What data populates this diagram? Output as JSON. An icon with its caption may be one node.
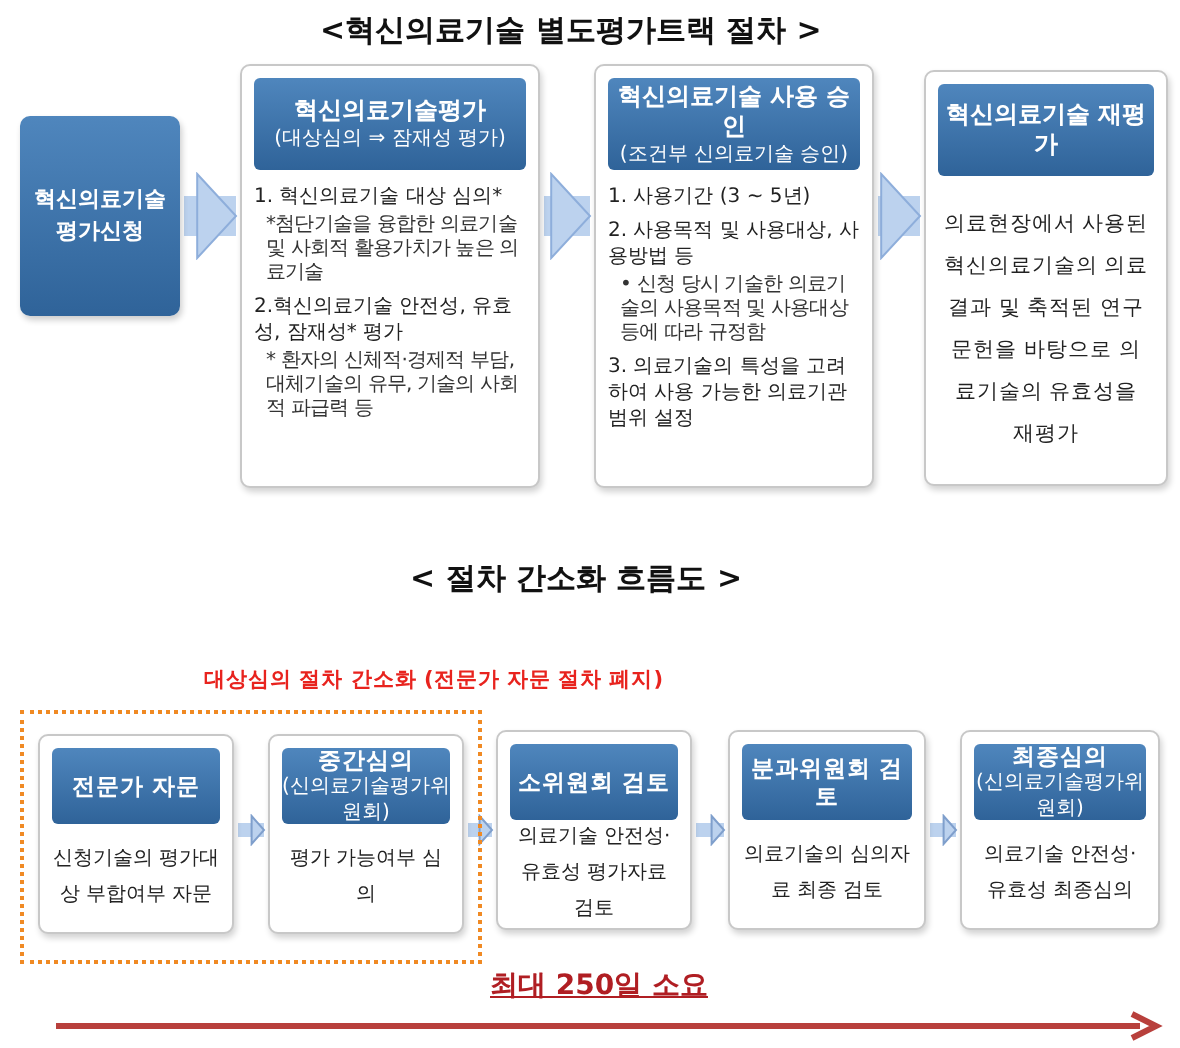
{
  "diagram": {
    "title": "<혁신의료기술 별도평가트랙 절차 >",
    "nodes": [
      {
        "text": [
          "혁신의료기술 평가신청"
        ]
      },
      {
        "text": [
          "혁신의료기술평가",
          "(대상심의 ⇒ 잠재성 평가)",
          "1. 혁신의료기술 대상 심의*",
          "*첨단기술을 융합한 의료기술 및 사회적 활용가치가 높은 의료기술",
          "2.혁신의료기술 안전성, 유효성, 잠재성* 평가",
          "* 환자의 신체적·경제적 부담, 대체기술의 유무, 기술의 사회적 파급력 등"
        ]
      },
      {
        "text": [
          "혁신의료기술 사용 승인",
          "(조건부 신의료기술 승인)",
          "1. 사용기간 (3 ~ 5년)",
          "2. 사용목적 및 사용대상, 사용방법 등",
          "• 신청 당시 기술한 의료기술의 사용목적 및 사용대상 등에 따라 규정함",
          "3. 의료기술의 특성을 고려하여 사용 가능한 의료기관 범위 설정"
        ]
      },
      {
        "text": [
          "혁신의료기술 재평가",
          "의료현장에서 사용된 혁신의료기술의 의료결과 및 축적된 연구문헌을 바탕으로 의료기술의 유효성을 재평가"
        ]
      },
      {
        "text": [
          "대상심의 절차 간소화 (전문가 자문 절차 폐지)"
        ]
      },
      {
        "text": [
          "전문가 자문",
          "신청기술의 평가대상 부합여부 자문"
        ],
        "in": 4
      },
      {
        "text": [
          "중간심의",
          "(신의료기술평가위원회)",
          "평가 가능여부 심의"
        ],
        "in": 4
      },
      {
        "text": [
          "소위원회 검토",
          "의료기술 안전성·유효성 평가자료 검토"
        ]
      },
      {
        "text": [
          "분과위원회 검토",
          "의료기술의 심의자료 최종 검토"
        ]
      },
      {
        "text": [
          "최종심의",
          "(신의료기술평가위원회)",
          "의료기술 안전성·유효성 최종심의"
        ]
      }
    ],
    "edges": [
      {
        "from": 0,
        "to": 1,
        "arrow": "to",
        "style": "thick"
      },
      {
        "from": 1,
        "to": 2,
        "arrow": "to",
        "style": "thick"
      },
      {
        "from": 2,
        "to": 3,
        "arrow": "to",
        "style": "thick"
      },
      {
        "from": 5,
        "to": 6,
        "arrow": "to"
      },
      {
        "from": 6,
        "to": 7,
        "arrow": "to"
      },
      {
        "from": 7,
        "to": 8,
        "arrow": "to"
      },
      {
        "from": 8,
        "to": 9,
        "arrow": "to"
      }
    ],
    "labels": [
      "< 절차 간소화 흐름도 >",
      "최대 250일 소요"
    ]
  }
}
